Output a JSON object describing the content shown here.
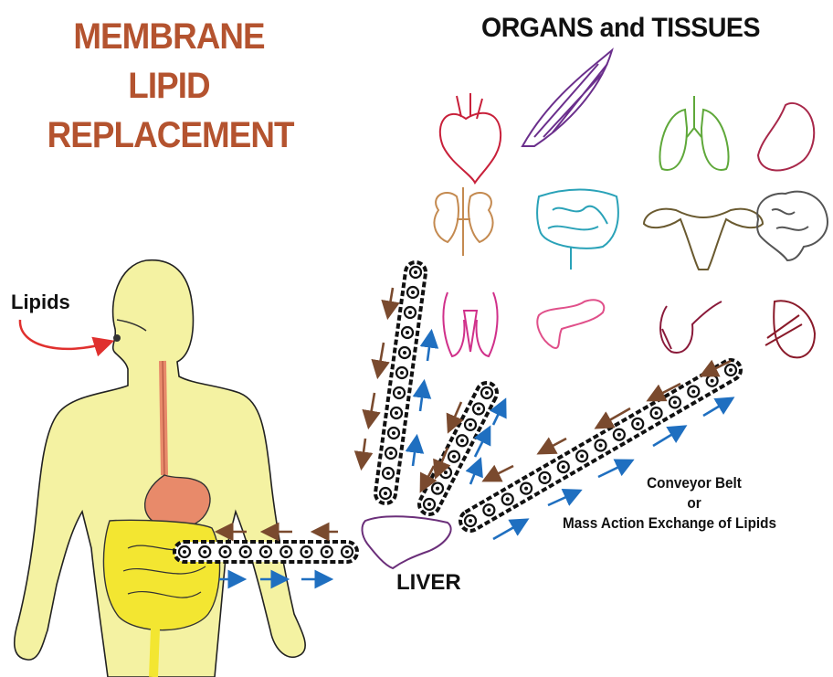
{
  "title": {
    "line1": "MEMBRANE",
    "line2": "LIPID",
    "line3": "REPLACEMENT"
  },
  "organs_heading": "ORGANS and TISSUES",
  "lipids_label": "Lipids",
  "liver_label": "LIVER",
  "conveyor_label": {
    "line1": "Conveyor Belt",
    "line2": "or",
    "line3": "Mass Action Exchange of Lipids"
  },
  "colors": {
    "title": "#b4532f",
    "body_fill": "#f4f2a2",
    "intestine": "#f3e631",
    "stomach": "#e88a6a",
    "arrow_in": "#7a4a2e",
    "arrow_out": "#1f6fc0",
    "belt": "#111111",
    "lipid_arrow": "#e0302e"
  },
  "organs": [
    {
      "name": "heart-icon",
      "color": "#c8203a"
    },
    {
      "name": "muscle-icon",
      "color": "#6b2f8c"
    },
    {
      "name": "lungs-icon",
      "color": "#5fa83a"
    },
    {
      "name": "stomach-icon",
      "color": "#a8284a"
    },
    {
      "name": "kidneys-icon",
      "color": "#c48a50"
    },
    {
      "name": "intestines-icon",
      "color": "#2aa2b8"
    },
    {
      "name": "uterus-icon",
      "color": "#6a5a30"
    },
    {
      "name": "brain-icon",
      "color": "#555555"
    },
    {
      "name": "testes-icon",
      "color": "#d0308a"
    },
    {
      "name": "pancreas-icon",
      "color": "#e0508a"
    },
    {
      "name": "gallbladder-icon",
      "color": "#8a1a3a"
    },
    {
      "name": "spleen-icon",
      "color": "#8a1a2a"
    }
  ]
}
